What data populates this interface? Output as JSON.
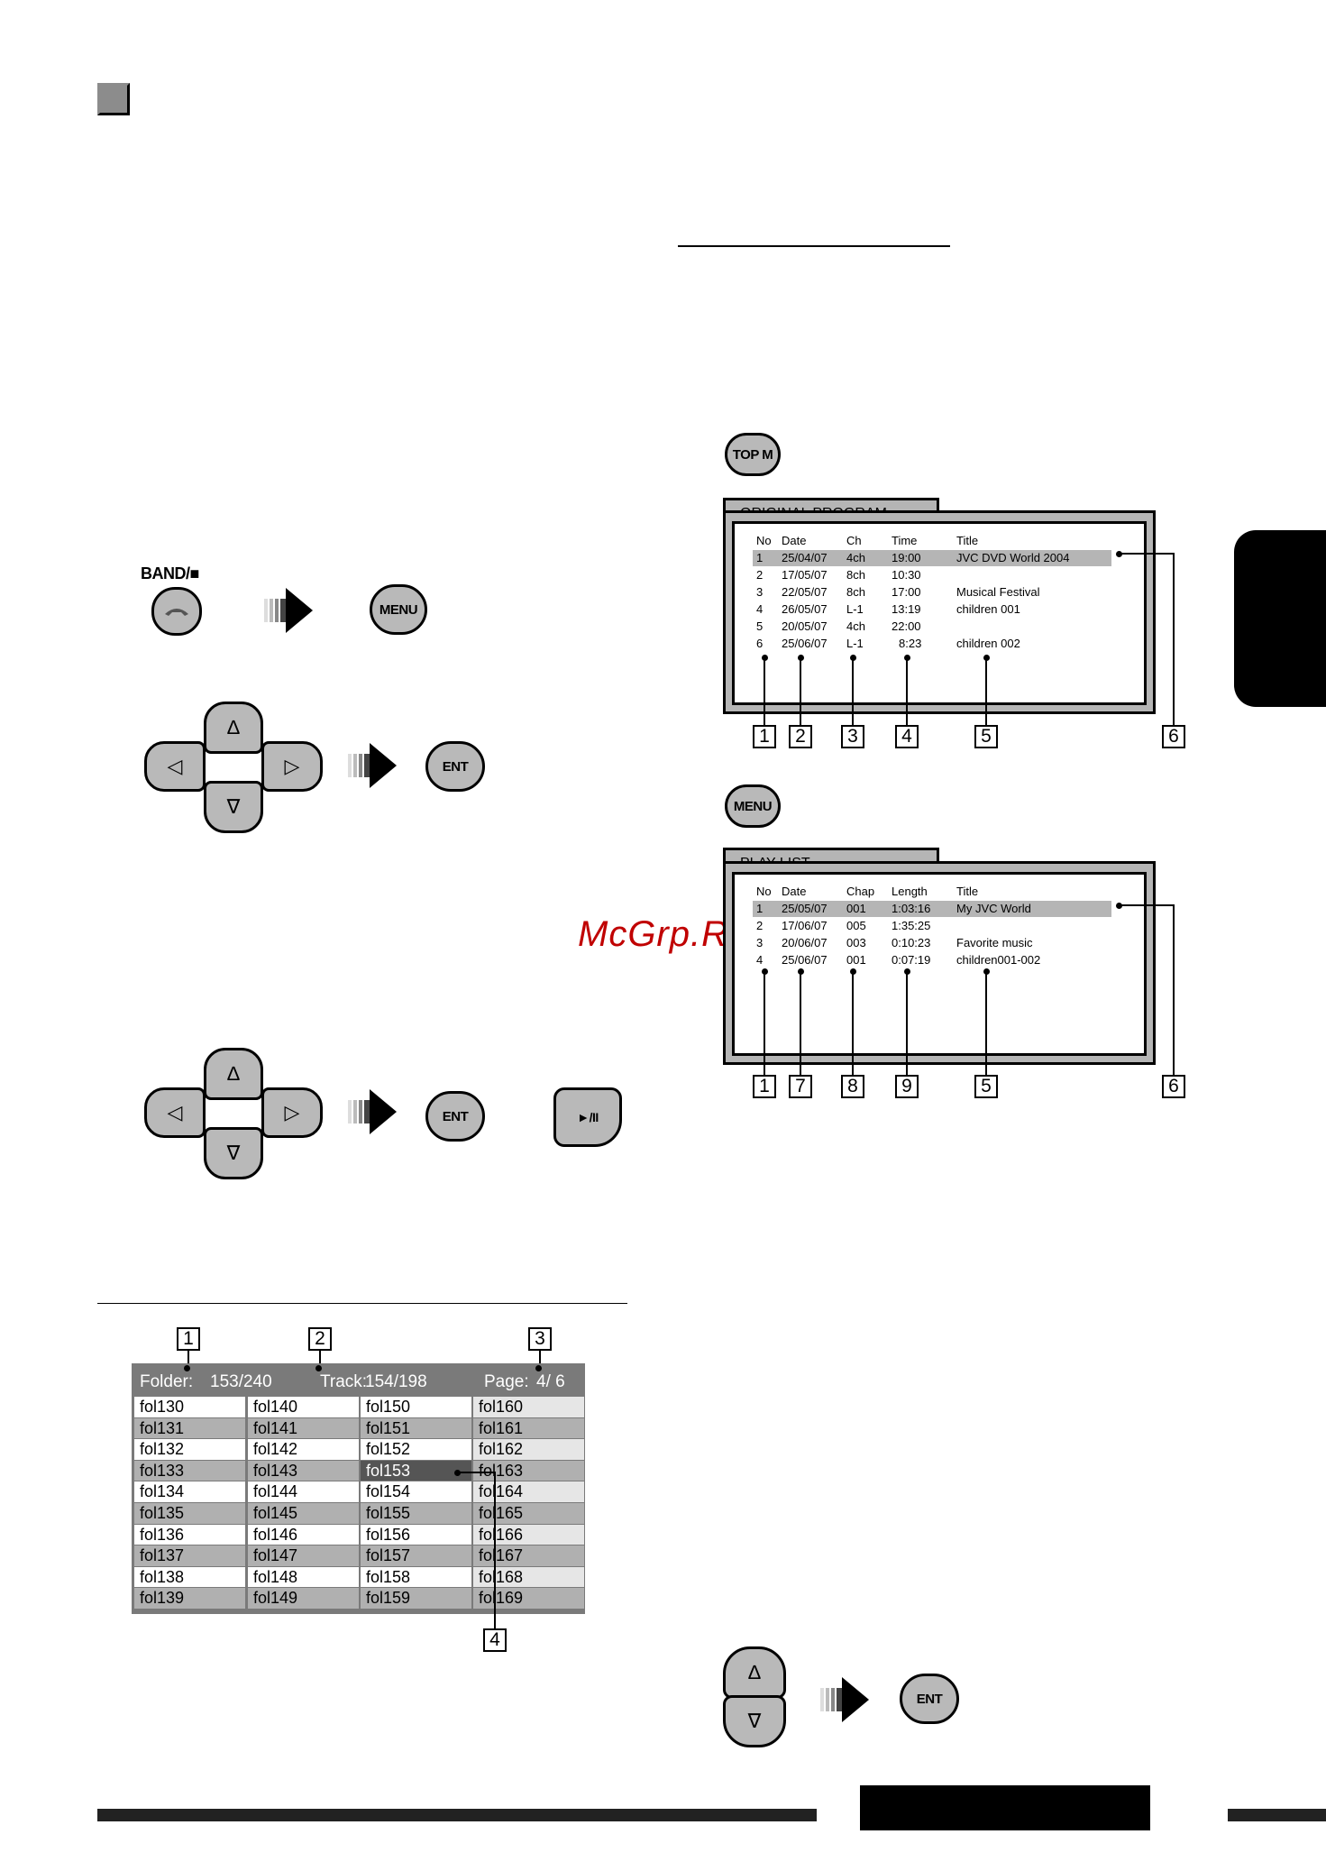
{
  "watermark": "McGrp.Ru",
  "buttons": {
    "band_label": "BAND/■",
    "menu": "MENU",
    "ent": "ENT",
    "top_menu": "TOP M",
    "play_pause": "►/II",
    "up": "∆",
    "down": "∇",
    "left": "◁",
    "right": "▷"
  },
  "original_program": {
    "tab_title": "ORIGINAL PROGRAM",
    "headers": [
      "No",
      "Date",
      "Ch",
      "Time",
      "Title"
    ],
    "rows": [
      {
        "no": "1",
        "date": "25/04/07",
        "ch": "4ch",
        "time": "19:00",
        "title": "JVC DVD World 2004"
      },
      {
        "no": "2",
        "date": "17/05/07",
        "ch": "8ch",
        "time": "10:30",
        "title": ""
      },
      {
        "no": "3",
        "date": "22/05/07",
        "ch": "8ch",
        "time": "17:00",
        "title": "Musical Festival"
      },
      {
        "no": "4",
        "date": "26/05/07",
        "ch": "L-1",
        "time": "13:19",
        "title": "children 001"
      },
      {
        "no": "5",
        "date": "20/05/07",
        "ch": "4ch",
        "time": "22:00",
        "title": ""
      },
      {
        "no": "6",
        "date": "25/06/07",
        "ch": "L-1",
        "time": "8:23",
        "title": "children 002"
      }
    ],
    "callouts": [
      "1",
      "2",
      "3",
      "4",
      "5",
      "6"
    ]
  },
  "play_list": {
    "tab_title": "PLAY LIST",
    "headers": [
      "No",
      "Date",
      "Chap",
      "Length",
      "Title"
    ],
    "rows": [
      {
        "no": "1",
        "date": "25/05/07",
        "chap": "001",
        "length": "1:03:16",
        "title": "My JVC World"
      },
      {
        "no": "2",
        "date": "17/06/07",
        "chap": "005",
        "length": "1:35:25",
        "title": ""
      },
      {
        "no": "3",
        "date": "20/06/07",
        "chap": "003",
        "length": "0:10:23",
        "title": "Favorite music"
      },
      {
        "no": "4",
        "date": "25/06/07",
        "chap": "001",
        "length": "0:07:19",
        "title": "children001-002"
      }
    ],
    "callouts": [
      "1",
      "7",
      "8",
      "9",
      "5",
      "6"
    ]
  },
  "folder_list": {
    "folder_label": "Folder:",
    "folder_value": "153/240",
    "track_label": "Track:",
    "track_value": "154/198",
    "page_label": "Page:",
    "page_value": "4/ 6",
    "columns": [
      [
        "fol130",
        "fol131",
        "fol132",
        "fol133",
        "fol134",
        "fol135",
        "fol136",
        "fol137",
        "fol138",
        "fol139"
      ],
      [
        "fol140",
        "fol141",
        "fol142",
        "fol143",
        "fol144",
        "fol145",
        "fol146",
        "fol147",
        "fol148",
        "fol149"
      ],
      [
        "fol150",
        "fol151",
        "fol152",
        "fol153",
        "fol154",
        "fol155",
        "fol156",
        "fol157",
        "fol158",
        "fol159"
      ],
      [
        "fol160",
        "fol161",
        "fol162",
        "fol163",
        "fol164",
        "fol165",
        "fol166",
        "fol167",
        "fol168",
        "fol169"
      ]
    ],
    "selected": "fol153",
    "callouts": [
      "1",
      "2",
      "3",
      "4"
    ]
  }
}
